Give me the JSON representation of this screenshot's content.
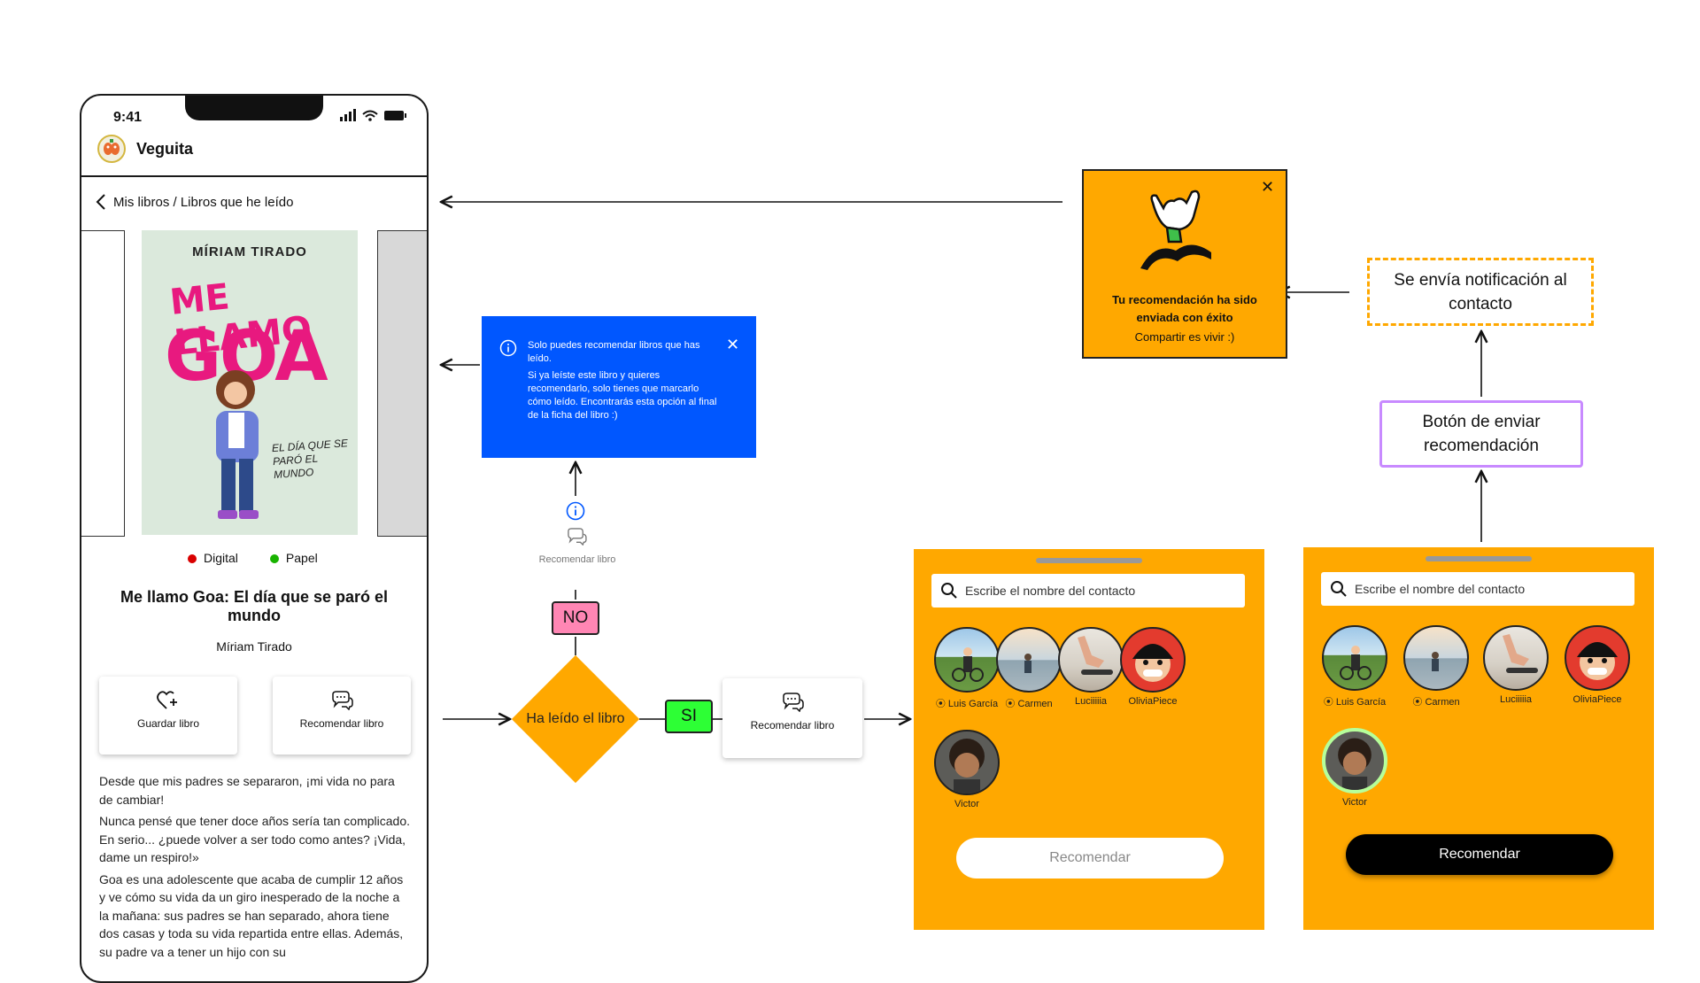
{
  "phone": {
    "time": "9:41",
    "app_name": "Veguita",
    "breadcrumb": "Mis libros / Libros que he leído",
    "cover": {
      "author": "MÍRIAM TIRADO",
      "title_line1": "ME LLAMO",
      "title_line2": "GOA",
      "subtitle": "EL DÍA QUE SE PARÓ EL MUNDO"
    },
    "formats": [
      {
        "label": "Digital",
        "color": "#d90000"
      },
      {
        "label": "Papel",
        "color": "#19b300"
      }
    ],
    "book_title": "Me llamo Goa: El día que se paró el mundo",
    "book_author": "Míriam Tirado",
    "save_label": "Guardar libro",
    "recommend_label": "Recomendar libro",
    "description": [
      "Desde que mis padres se separaron, ¡mi vida no para de cambiar!",
      "Nunca pensé que tener doce años sería tan complicado. En serio... ¿puede volver a ser todo como antes? ¡Vida, dame un respiro!»",
      "Goa es una adolescente que acaba de cumplir 12 años y ve cómo su vida da un giro inesperado de la noche a la mañana: sus padres se han separado, ahora tiene dos casas y toda su vida repartida entre ellas. Además, su padre va a tener un hijo con su"
    ]
  },
  "info_box": {
    "line1": "Solo puedes recomendar libros que has leído.",
    "line2": "Si ya leíste este libro y quieres recomendarlo, solo tienes que marcarlo cómo leído. Encontrarás esta opción al final de la ficha del libro :)"
  },
  "small_recommend_label": "Recomendar libro",
  "flow": {
    "no": "NO",
    "si": "SI",
    "decision": "Ha leído el libro",
    "recommend_card_label": "Recomendar libro",
    "boton_enviar": "Botón de enviar recomendación",
    "notificacion": "Se envía notificación al contacto"
  },
  "success": {
    "message": "Tu recomendación ha sido enviada con éxito",
    "sub": "Compartir es vivir :)"
  },
  "panel": {
    "search_placeholder": "Escribe el nombre del contacto",
    "contacts": [
      {
        "name": "Luis García",
        "online": true
      },
      {
        "name": "Carmen",
        "online": true
      },
      {
        "name": "Luciiiiia",
        "online": false
      },
      {
        "name": "OliviaPiece",
        "online": false
      },
      {
        "name": "Victor",
        "online": false
      }
    ],
    "button_label": "Recomendar",
    "selected_contact_panel2": "Victor"
  },
  "colors": {
    "orange": "#ffa800",
    "blue": "#0057ff",
    "pink": "#ff86b4",
    "green": "#2dff35",
    "purple": "#c88aff"
  }
}
